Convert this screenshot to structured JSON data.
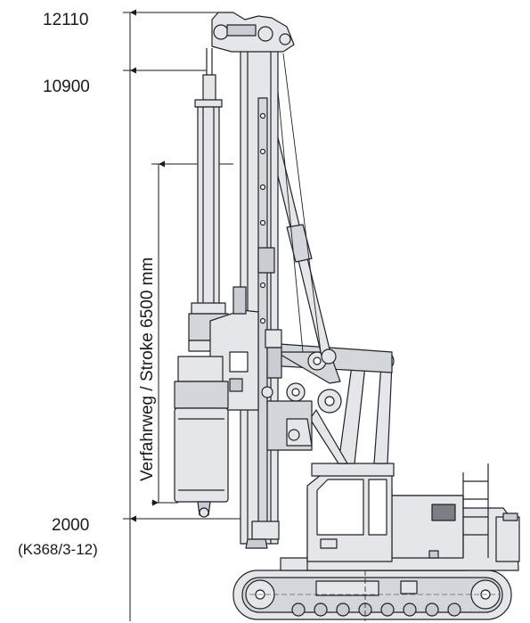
{
  "dimensions": {
    "top_height": "12110",
    "mast_height": "10900",
    "stroke": "Verfahrweg / Stroke 6500 mm",
    "base_height": "2000",
    "base_note": "(K368/3-12)"
  },
  "colors": {
    "machine_fill": "#e4e6ea",
    "machine_dark": "#c9ccd2",
    "outline": "#1f2226",
    "dim_line": "#1a1a1a"
  }
}
